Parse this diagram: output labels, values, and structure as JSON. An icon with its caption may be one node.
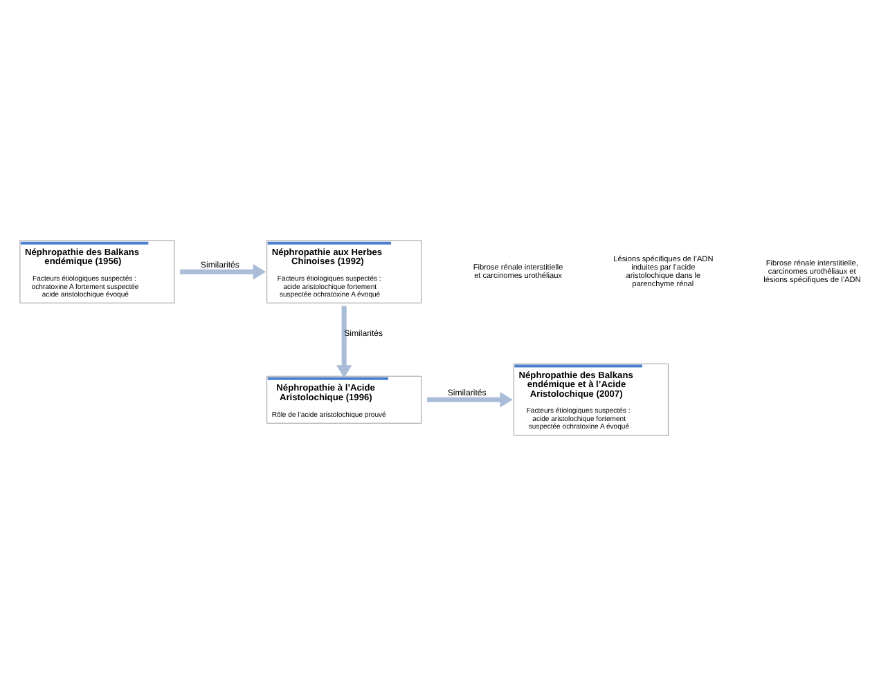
{
  "diagram": {
    "nodes": [
      {
        "text": [
          "Néphropathie aux Herbes Chinoises (1992)",
          "Facteurs étiologiques suspectés : acide aristolochique fortement suspectée ochratoxine A évoqué"
        ]
      },
      {
        "text": [
          "Néphropathie des Balkans endémique (1956)",
          "Facteurs étiologiques suspectés : ochratoxine A fortement suspectée acide aristolochique évoqué"
        ]
      },
      {
        "text": [
          "Néphropathie à l’Acide Aristolochique (1996)",
          "Rôle de l’acide aristolochique prouvé"
        ]
      },
      {
        "text": [
          "Néphropathie des Balkans endémique et à l’Acide Aristolochique (2007)",
          "Facteurs étiologiques suspectés : acide aristolochique fortement suspectée ochratoxine A évoqué"
        ]
      }
    ],
    "edges": [
      {
        "from": 1,
        "to": 0,
        "arrow": "to",
        "label": "Similarités"
      },
      {
        "from": 0,
        "to": 2,
        "arrow": "to",
        "label": "Similarités"
      },
      {
        "from": 2,
        "to": 3,
        "arrow": "to",
        "label": "Similarités"
      }
    ],
    "labels": [
      "Fibrose rénale interstitielle et carcinomes urothéliaux",
      "Lésions spécifiques de l’ADN induites par l’acide aristolochique dans le parenchyme rénal",
      "Fibrose rénale interstitielle, carcinomes urothéliaux et lésions spécifiques de l’ADN"
    ]
  }
}
